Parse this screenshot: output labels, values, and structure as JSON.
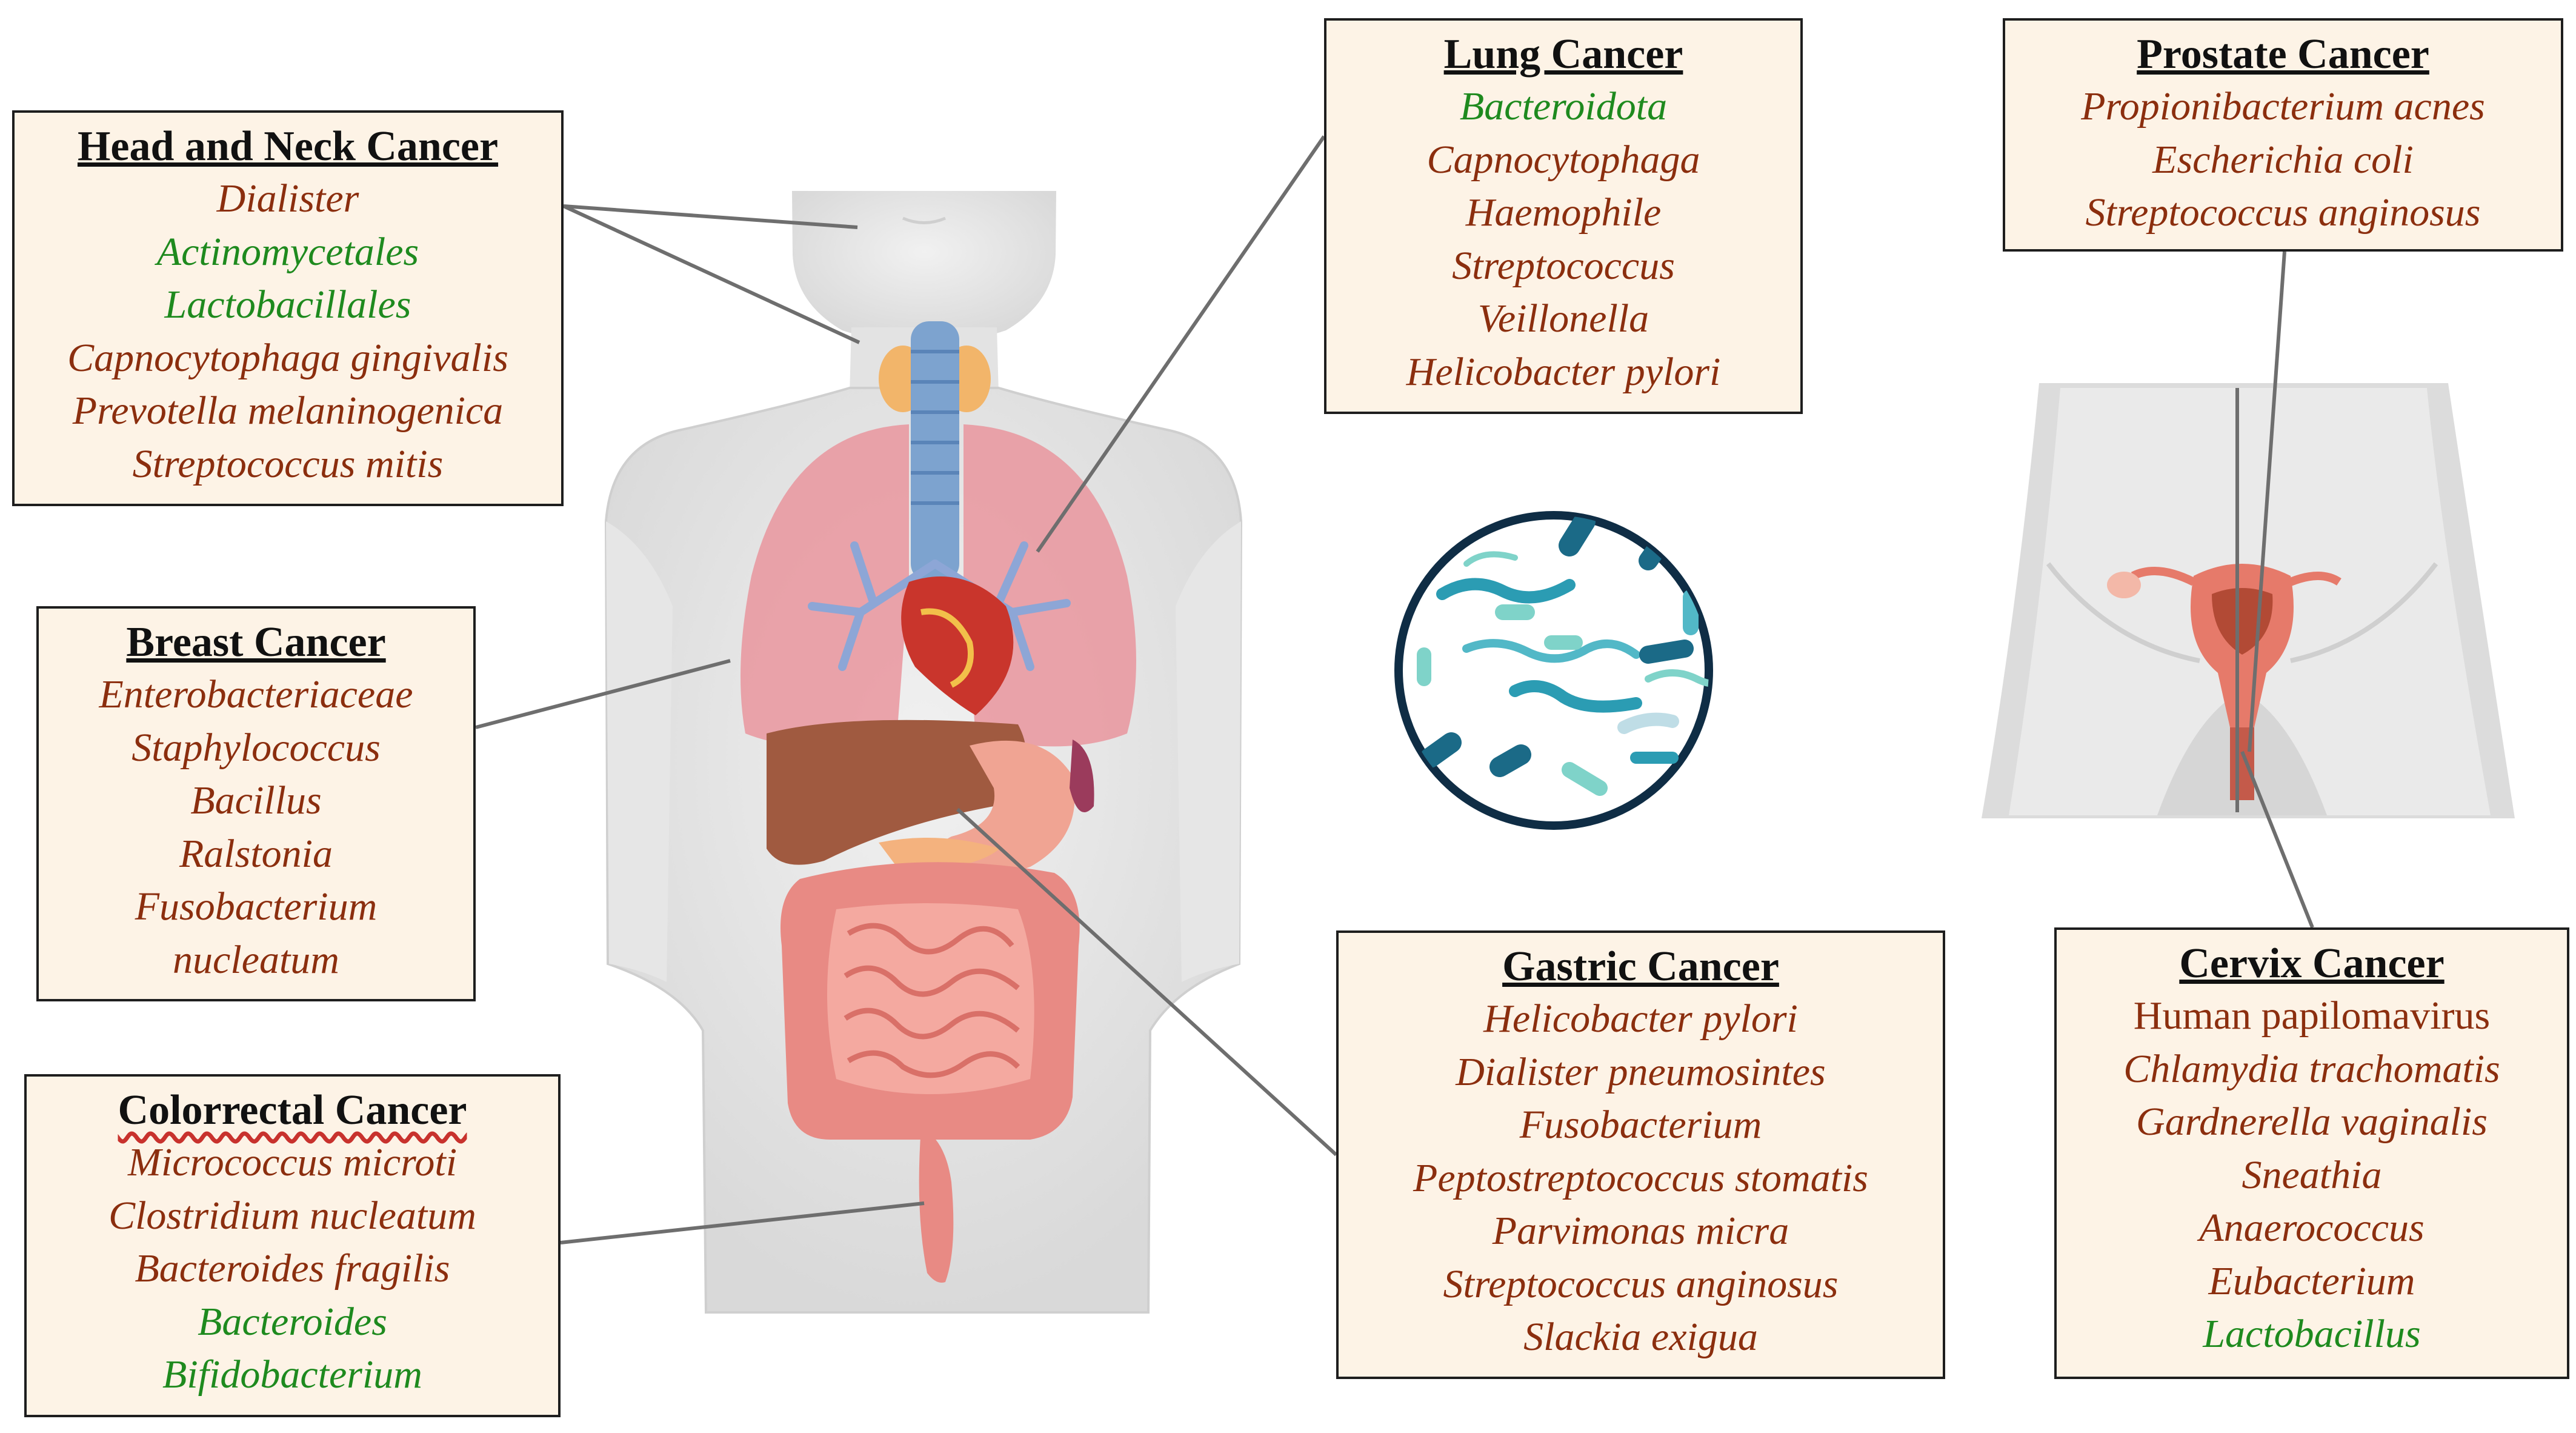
{
  "colors": {
    "harmful": "#8b2e0e",
    "beneficial": "#1e8a1e",
    "box_fill": "#fdf3e6",
    "box_border": "#1e1e1e"
  },
  "boxes": {
    "head_neck": {
      "title": "Head and Neck Cancer",
      "items": [
        {
          "text": "Dialister",
          "color": "brown"
        },
        {
          "text": "Actinomycetales",
          "color": "green"
        },
        {
          "text": "Lactobacillales",
          "color": "green"
        },
        {
          "text": "Capnocytophaga gingivalis",
          "color": "brown"
        },
        {
          "text": "Prevotella melaninogenica",
          "color": "brown"
        },
        {
          "text": "Streptococcus mitis",
          "color": "brown"
        }
      ]
    },
    "breast": {
      "title": "Breast Cancer",
      "items": [
        {
          "text": "Enterobacteriaceae",
          "color": "brown"
        },
        {
          "text": "Staphylococcus",
          "color": "brown"
        },
        {
          "text": "Bacillus",
          "color": "brown"
        },
        {
          "text": "Ralstonia",
          "color": "brown"
        },
        {
          "text": "Fusobacterium",
          "color": "brown"
        },
        {
          "text": "nucleatum",
          "color": "brown"
        }
      ]
    },
    "colorectal": {
      "title": "Colorrectal Cancer",
      "items": [
        {
          "text": "Micrococcus microti",
          "color": "brown"
        },
        {
          "text": "Clostridium nucleatum",
          "color": "brown"
        },
        {
          "text": "Bacteroides fragilis",
          "color": "brown"
        },
        {
          "text": "Bacteroides",
          "color": "green"
        },
        {
          "text": "Bifidobacterium",
          "color": "green"
        }
      ]
    },
    "lung": {
      "title": "Lung Cancer",
      "items": [
        {
          "text": "Bacteroidota",
          "color": "green"
        },
        {
          "text": "Capnocytophaga",
          "color": "brown"
        },
        {
          "text": "Haemophile",
          "color": "brown"
        },
        {
          "text": "Streptococcus",
          "color": "brown"
        },
        {
          "text": "Veillonella",
          "color": "brown"
        },
        {
          "text": "Helicobacter pylori",
          "color": "brown"
        }
      ]
    },
    "gastric": {
      "title": "Gastric Cancer",
      "items": [
        {
          "text": "Helicobacter pylori",
          "color": "brown"
        },
        {
          "text": "Dialister pneumosintes",
          "color": "brown"
        },
        {
          "text": "Fusobacterium",
          "color": "brown"
        },
        {
          "text": "Peptostreptococcus stomatis",
          "color": "brown"
        },
        {
          "text": "Parvimonas micra",
          "color": "brown"
        },
        {
          "text": "Streptococcus anginosus",
          "color": "brown"
        },
        {
          "text": "Slackia exigua",
          "color": "brown"
        }
      ]
    },
    "prostate": {
      "title": "Prostate Cancer",
      "items": [
        {
          "text": "Propionibacterium acnes",
          "color": "brown"
        },
        {
          "text": "Escherichia coli",
          "color": "brown"
        },
        {
          "text": "Streptococcus anginosus",
          "color": "brown"
        }
      ]
    },
    "cervix": {
      "title": "Cervix Cancer",
      "items": [
        {
          "text": "Human papilomavirus",
          "color": "brown",
          "upright": true
        },
        {
          "text": "Chlamydia trachomatis",
          "color": "brown"
        },
        {
          "text": "Gardnerella vaginalis",
          "color": "brown"
        },
        {
          "text": "Sneathia",
          "color": "brown"
        },
        {
          "text": "Anaerococcus",
          "color": "brown"
        },
        {
          "text": "Eubacterium",
          "color": "brown"
        },
        {
          "text": "Lactobacillus",
          "color": "green"
        }
      ]
    }
  }
}
